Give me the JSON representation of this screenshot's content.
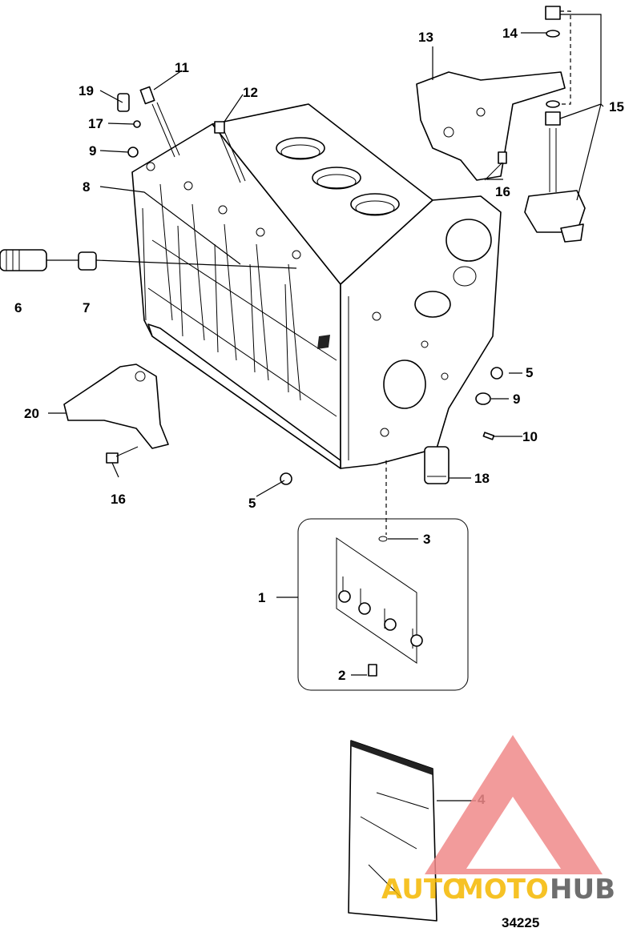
{
  "figure_number": "34225",
  "callouts": [
    {
      "id": "c1",
      "label": "1"
    },
    {
      "id": "c2",
      "label": "2"
    },
    {
      "id": "c3",
      "label": "3"
    },
    {
      "id": "c4",
      "label": "4"
    },
    {
      "id": "c5a",
      "label": "5"
    },
    {
      "id": "c5b",
      "label": "5"
    },
    {
      "id": "c6",
      "label": "6"
    },
    {
      "id": "c7",
      "label": "7"
    },
    {
      "id": "c8",
      "label": "8"
    },
    {
      "id": "c9a",
      "label": "9"
    },
    {
      "id": "c9b",
      "label": "9"
    },
    {
      "id": "c10",
      "label": "10"
    },
    {
      "id": "c11",
      "label": "11"
    },
    {
      "id": "c12",
      "label": "12"
    },
    {
      "id": "c13",
      "label": "13"
    },
    {
      "id": "c14",
      "label": "14"
    },
    {
      "id": "c15",
      "label": "15"
    },
    {
      "id": "c16a",
      "label": "16"
    },
    {
      "id": "c16b",
      "label": "16"
    },
    {
      "id": "c17",
      "label": "17"
    },
    {
      "id": "c18",
      "label": "18"
    },
    {
      "id": "c19",
      "label": "19"
    },
    {
      "id": "c20",
      "label": "20"
    }
  ],
  "watermark": {
    "text_auto": "AUTO",
    "text_moto": "MOTO",
    "text_hub": "HUB",
    "color_triangle": "#f08a8a",
    "color_auto": "#f5b800",
    "color_moto": "#f5b800",
    "color_hub": "#555555"
  }
}
